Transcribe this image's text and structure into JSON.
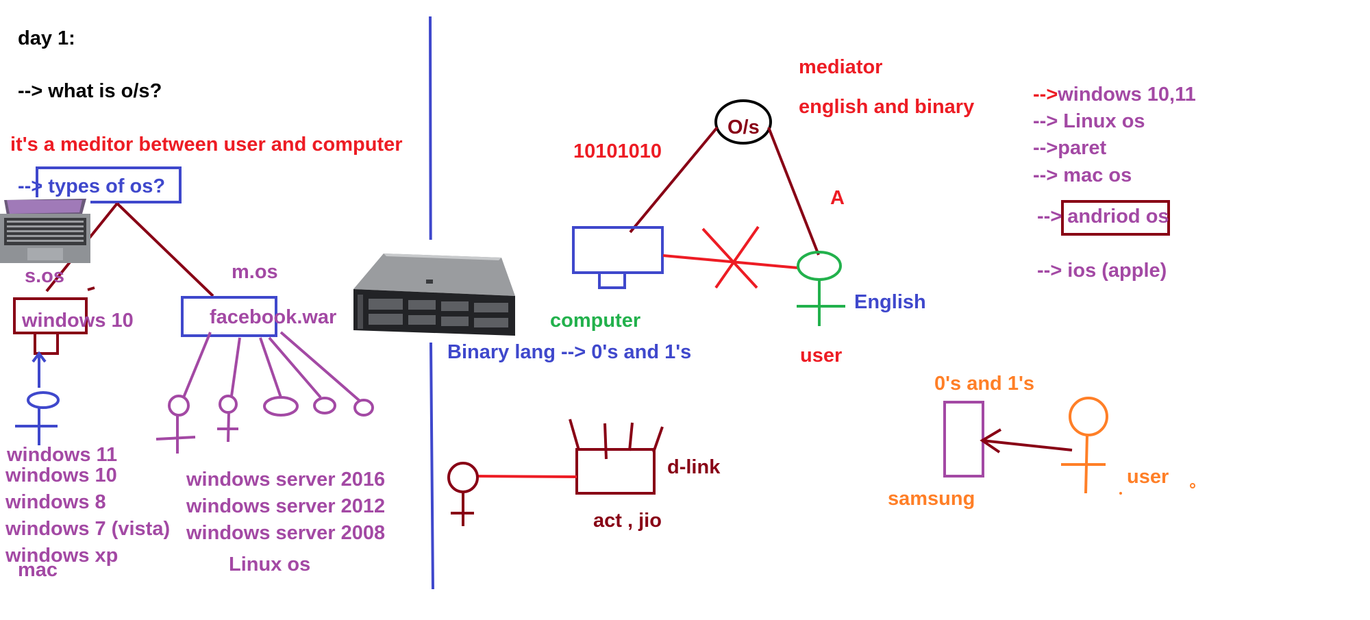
{
  "left_notes": {
    "heading": "day 1:",
    "question": "--> what is o/s?",
    "definition": "it's a meditor between user and computer",
    "types_label": "--> types of os?",
    "single_os_label": "s.os",
    "multi_os_label": "m.os",
    "single_os_box": "windows 10",
    "multi_os_box": "facebook.war",
    "single_os_list": [
      "windows 11",
      "windows 10",
      "windows 8",
      "windows 7 (vista)",
      "windows xp",
      "mac"
    ],
    "multi_os_list": [
      "windows server 2016",
      "windows server 2012",
      "windows server 2008",
      "Linux os"
    ]
  },
  "center_diagram": {
    "binary_number": "10101010",
    "os_node": "O/s",
    "mediator_label": "mediator",
    "english_binary_label": "english and binary",
    "letter_a": "A",
    "computer_label": "computer",
    "english_label": "English",
    "user_label": "user",
    "binary_lang_label": "Binary lang --> 0's and 1's",
    "router_label": "d-link",
    "isp_label": "act , jio"
  },
  "right_notes": {
    "os_list": [
      "-->windows 10,11",
      "--> Linux os",
      "-->paret",
      "--> mac os",
      "--> andriod os",
      "--> ios (apple)"
    ],
    "binary_label": "0's and 1's",
    "device_label": "samsung",
    "user_label": "user"
  },
  "colors": {
    "red": "#ed1c24",
    "purple": "#a349a4",
    "blue": "#3f48cc",
    "maroon": "#880015",
    "green": "#22b14c",
    "orange": "#ff7f27"
  }
}
